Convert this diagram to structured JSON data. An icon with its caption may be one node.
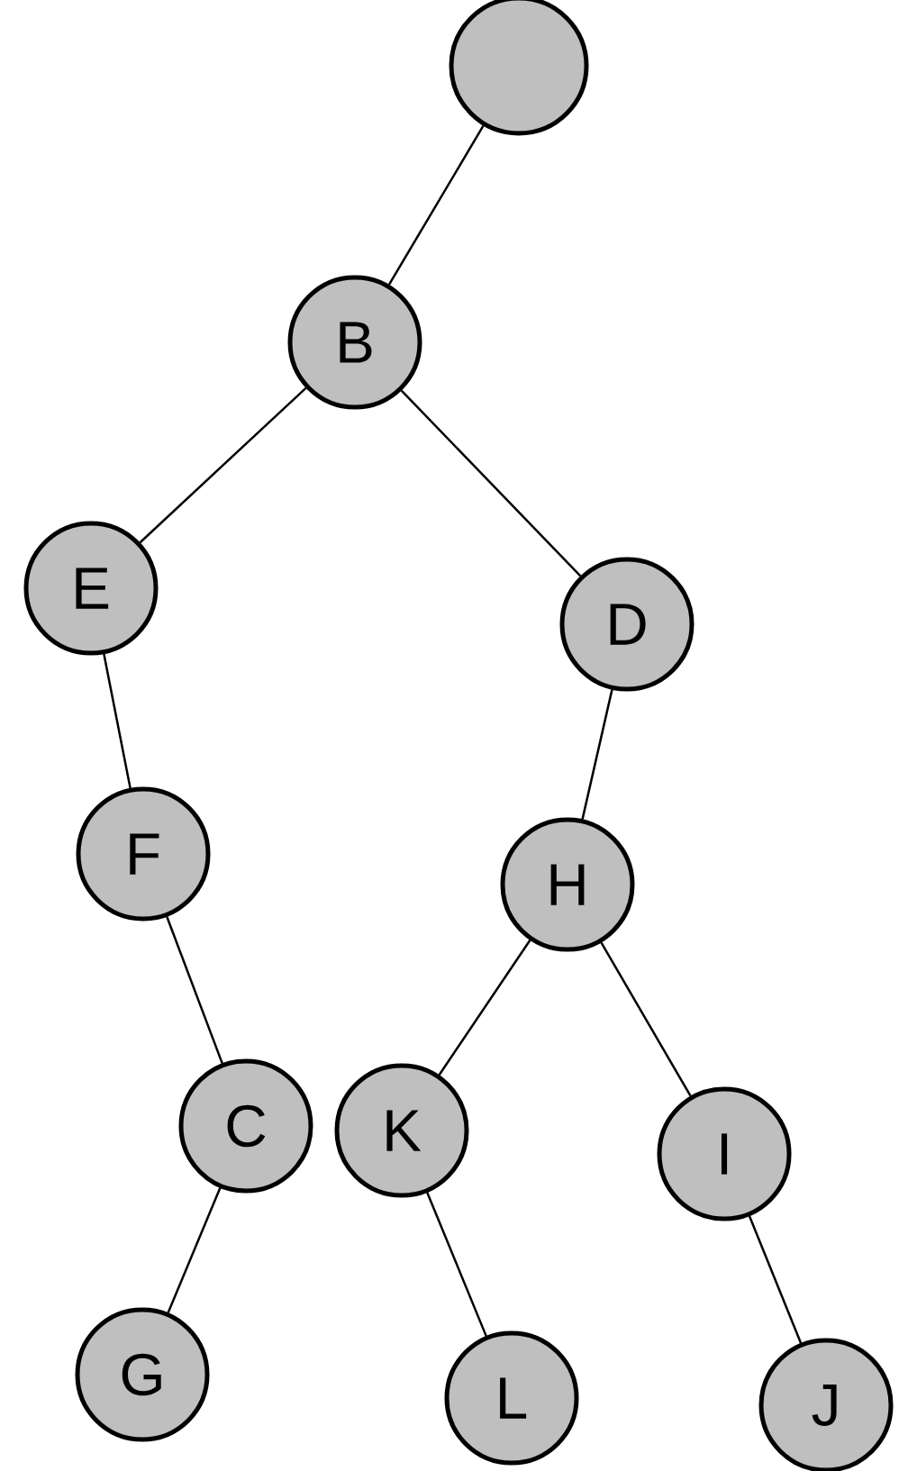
{
  "diagram": {
    "nodes": [
      {
        "text": [],
        "shape": "circle"
      },
      {
        "text": [
          "B"
        ]
      },
      {
        "text": [
          "E"
        ]
      },
      {
        "text": [
          "D"
        ]
      },
      {
        "text": [
          "F"
        ]
      },
      {
        "text": [
          "H"
        ]
      },
      {
        "text": [
          "C"
        ]
      },
      {
        "text": [
          "K"
        ]
      },
      {
        "text": [
          "I"
        ]
      },
      {
        "text": [
          "G"
        ]
      },
      {
        "text": [
          "L"
        ]
      },
      {
        "text": [
          "J"
        ]
      }
    ],
    "edges": [
      {
        "from": 0,
        "to": 1,
        "arrow": "none"
      },
      {
        "from": 1,
        "to": 2,
        "arrow": "none"
      },
      {
        "from": 1,
        "to": 3,
        "arrow": "none"
      },
      {
        "from": 2,
        "to": 4,
        "arrow": "none"
      },
      {
        "from": 3,
        "to": 5,
        "arrow": "none"
      },
      {
        "from": 4,
        "to": 6,
        "arrow": "none"
      },
      {
        "from": 5,
        "to": 7,
        "arrow": "none"
      },
      {
        "from": 5,
        "to": 8,
        "arrow": "none"
      },
      {
        "from": 6,
        "to": 9,
        "arrow": "none"
      },
      {
        "from": 7,
        "to": 10,
        "arrow": "none"
      },
      {
        "from": 8,
        "to": 11,
        "arrow": "none"
      }
    ]
  }
}
